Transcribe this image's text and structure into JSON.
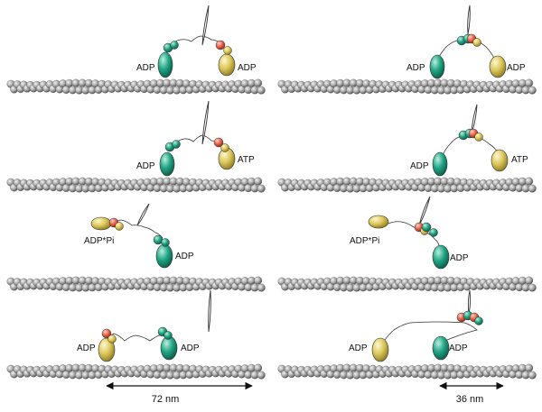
{
  "colors": {
    "actin": "#9a9a9a",
    "actin_dark": "#5a5a5a",
    "head_green": "#1f9e80",
    "head_yellow": "#d8c457",
    "light_chain_red": "#e0503a",
    "lever": "#444444"
  },
  "panels": {
    "left": [
      {
        "step": 1,
        "labels": [
          "ADP",
          "ADP"
        ]
      },
      {
        "step": 2,
        "labels": [
          "ADP",
          "ATP"
        ]
      },
      {
        "step": 3,
        "labels": [
          "ADP*Pi",
          "ADP"
        ]
      },
      {
        "step": 4,
        "labels": [
          "ADP",
          "ADP"
        ]
      }
    ],
    "right": [
      {
        "step": 1,
        "labels": [
          "ADP",
          "ADP"
        ]
      },
      {
        "step": 2,
        "labels": [
          "ADP",
          "ATP"
        ]
      },
      {
        "step": 3,
        "labels": [
          "ADP*Pi",
          "ADP"
        ]
      },
      {
        "step": 4,
        "labels": [
          "ADP",
          "ADP"
        ]
      }
    ]
  },
  "scale_bars": {
    "left": "72 nm",
    "right": "36 nm"
  }
}
